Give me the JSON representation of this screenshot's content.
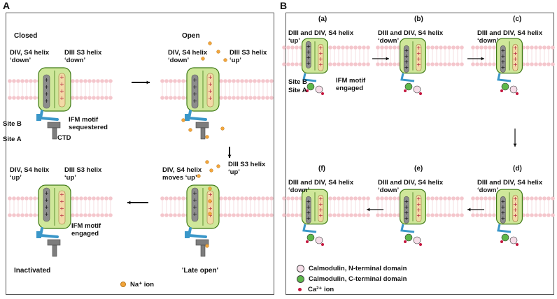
{
  "panel_a": {
    "label": "A",
    "states": {
      "closed": "Closed",
      "open": "Open",
      "late_open": "'Late open'",
      "inactivated": "Inactivated"
    },
    "labels": {
      "div_s4": "DIV, S4 helix",
      "diii_s3": "DIII S3 helix",
      "down": "‘down’",
      "up": "‘up’",
      "moves_up": "moves ‘up’",
      "site_b": "Site B",
      "site_a": "Site A",
      "ctd": "CTD",
      "ifm_sequestered_1": "IFM motif",
      "ifm_sequestered_2": "sequestered",
      "ifm_engaged_1": "IFM motif",
      "ifm_engaged_2": "engaged"
    },
    "legend": {
      "na_ion": "Na⁺ ion"
    }
  },
  "panel_b": {
    "label": "B",
    "sublabels": [
      "(a)",
      "(b)",
      "(c)",
      "(d)",
      "(e)",
      "(f)"
    ],
    "helix_title": "DIII and DIV, S4 helix",
    "states": [
      "‘up’",
      "‘down’",
      "‘down’",
      "‘down’",
      "‘down’",
      "‘down’"
    ],
    "labels": {
      "site_b": "Site B",
      "site_a": "Site A",
      "ifm_1": "IFM motif",
      "ifm_2": "engaged"
    },
    "legend": {
      "cam_n": "Calmodulin, N-terminal domain",
      "cam_c": "Calmodulin, C-terminal domain",
      "ca_ion": "Ca²⁺ ion"
    }
  },
  "colors": {
    "membrane": "#f4c6cc",
    "channel_green": "#cfe79a",
    "channel_outline": "#3f7a16",
    "s4_grey": "#8c8c8c",
    "s3_orange": "#f3d9a6",
    "linker_blue": "#3a97c9",
    "ctd_grey": "#7d7d7d",
    "na_ion": "#f3a53a",
    "cam_n": "#f6dde8",
    "cam_c": "#5db84a",
    "ca_ion": "#c4163e"
  }
}
